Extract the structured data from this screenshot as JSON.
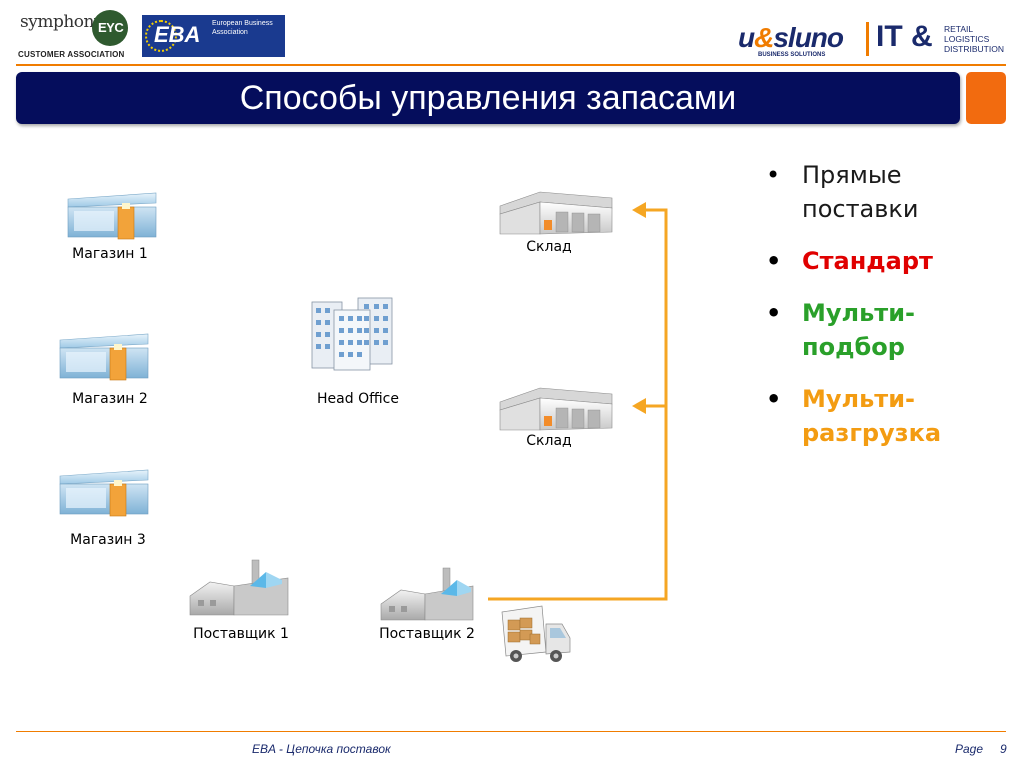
{
  "header": {
    "symphony": {
      "word": "symphony",
      "badge": "EYC",
      "subtitle": "CUSTOMER ASSOCIATION"
    },
    "eba": {
      "word": "EBA",
      "subtitle": "European Business Association"
    },
    "usluno": {
      "left": "u",
      "amp": "&",
      "right": "sluno",
      "subtitle": "BUSINESS SOLUTIONS"
    },
    "it": {
      "word": "IT &",
      "lines": [
        "RETAIL",
        "LOGISTICS",
        "DISTRIBUTION"
      ]
    }
  },
  "slide": {
    "title": "Способы управления запасами"
  },
  "diagram": {
    "stores": [
      "Магазин 1",
      "Магазин 2",
      "Магазин 3"
    ],
    "head_office": "Head Office",
    "warehouses": [
      "Склад",
      "Склад"
    ],
    "suppliers": [
      "Поставщик 1",
      "Поставщик 2"
    ]
  },
  "bullets": [
    {
      "text": "Прямые поставки",
      "color": "#1a1a1a"
    },
    {
      "text": "Стандарт",
      "color": "#e00000"
    },
    {
      "text": "Мульти-подбор",
      "color": "#2aa02a"
    },
    {
      "text": "Мульти-разгрузка",
      "color": "#f39c12"
    }
  ],
  "footer": {
    "left": "EBA - Цепочка поставок",
    "page_label": "Page",
    "page_number": "9"
  },
  "colors": {
    "accent": "#f07c00",
    "title_bg": "#050d5c",
    "arrow": "#f5a623"
  }
}
